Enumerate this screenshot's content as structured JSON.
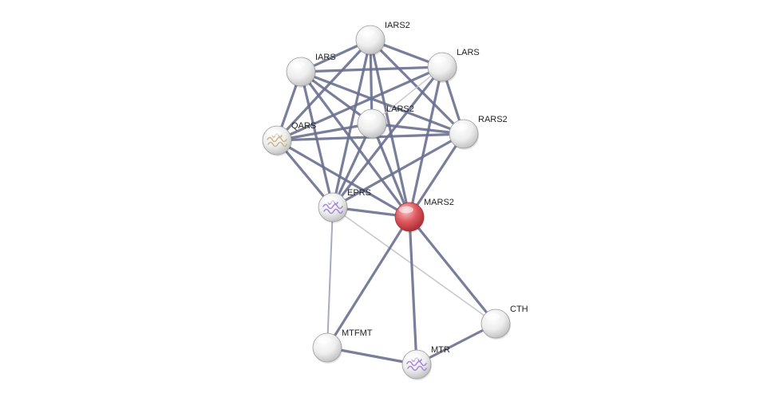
{
  "network": {
    "nodes": [
      {
        "id": "IARS2",
        "label": "IARS2",
        "kind": "plain"
      },
      {
        "id": "IARS",
        "label": "IARS",
        "kind": "plain"
      },
      {
        "id": "LARS",
        "label": "LARS",
        "kind": "plain"
      },
      {
        "id": "LARS2",
        "label": "LARS2",
        "kind": "plain"
      },
      {
        "id": "RARS2",
        "label": "RARS2",
        "kind": "plain"
      },
      {
        "id": "QARS",
        "label": "QARS",
        "kind": "structure",
        "structure_color": "#c8b98a"
      },
      {
        "id": "EPRS",
        "label": "EPRS",
        "kind": "structure",
        "structure_color": "#a78ad8"
      },
      {
        "id": "MARS2",
        "label": "MARS2",
        "kind": "query",
        "fill_color": "#d9474c"
      },
      {
        "id": "CTH",
        "label": "CTH",
        "kind": "plain"
      },
      {
        "id": "MTFMT",
        "label": "MTFMT",
        "kind": "plain"
      },
      {
        "id": "MTR",
        "label": "MTR",
        "kind": "structure",
        "structure_color": "#a78ad8"
      }
    ],
    "edges": [
      [
        "IARS2",
        "IARS",
        "strong"
      ],
      [
        "IARS2",
        "LARS",
        "strong"
      ],
      [
        "IARS2",
        "LARS2",
        "strong"
      ],
      [
        "IARS2",
        "RARS2",
        "strong"
      ],
      [
        "IARS2",
        "QARS",
        "strong"
      ],
      [
        "IARS2",
        "EPRS",
        "strong"
      ],
      [
        "IARS2",
        "MARS2",
        "strong"
      ],
      [
        "IARS",
        "LARS",
        "strong"
      ],
      [
        "IARS",
        "LARS2",
        "strong"
      ],
      [
        "IARS",
        "RARS2",
        "strong"
      ],
      [
        "IARS",
        "QARS",
        "strong"
      ],
      [
        "IARS",
        "EPRS",
        "strong"
      ],
      [
        "IARS",
        "MARS2",
        "strong"
      ],
      [
        "LARS",
        "LARS2",
        "weak"
      ],
      [
        "LARS",
        "RARS2",
        "strong"
      ],
      [
        "LARS",
        "QARS",
        "strong"
      ],
      [
        "LARS",
        "EPRS",
        "strong"
      ],
      [
        "LARS",
        "MARS2",
        "strong"
      ],
      [
        "LARS2",
        "RARS2",
        "strong"
      ],
      [
        "LARS2",
        "QARS",
        "strong"
      ],
      [
        "LARS2",
        "EPRS",
        "strong"
      ],
      [
        "LARS2",
        "MARS2",
        "strong"
      ],
      [
        "RARS2",
        "QARS",
        "strong"
      ],
      [
        "RARS2",
        "EPRS",
        "strong"
      ],
      [
        "RARS2",
        "MARS2",
        "strong"
      ],
      [
        "QARS",
        "EPRS",
        "strong"
      ],
      [
        "QARS",
        "MARS2",
        "strong"
      ],
      [
        "EPRS",
        "MARS2",
        "strong"
      ],
      [
        "EPRS",
        "MTFMT",
        "light"
      ],
      [
        "EPRS",
        "CTH",
        "faint"
      ],
      [
        "MARS2",
        "MTFMT",
        "strong"
      ],
      [
        "MARS2",
        "MTR",
        "strong"
      ],
      [
        "MARS2",
        "CTH",
        "strong"
      ],
      [
        "MTFMT",
        "MTR",
        "strong"
      ],
      [
        "MTR",
        "CTH",
        "strong"
      ]
    ],
    "colors": {
      "edge_strong": "#6a7090",
      "edge_light": "#a8abbf",
      "edge_faint": "#c8c8d0",
      "node_plain": "#eeeeee",
      "node_stroke": "#9a9a9a"
    }
  }
}
